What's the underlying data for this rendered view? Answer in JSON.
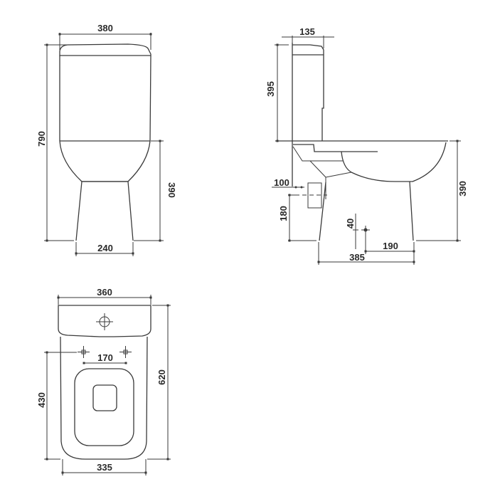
{
  "drawing": {
    "subject": "Close-coupled toilet technical drawing",
    "units": "mm",
    "colors": {
      "line": "#3a3a3a",
      "background": "#ffffff"
    },
    "front_view": {
      "width_top": "380",
      "height_total": "790",
      "seat_height": "390",
      "base_width": "240"
    },
    "side_view": {
      "cistern_depth": "135",
      "cistern_height": "395",
      "outlet_offset": "100",
      "outlet_height": "180",
      "seat_height": "390",
      "fixing_offset_vertical": "40",
      "fixing_to_front": "190",
      "base_depth": "385"
    },
    "top_view": {
      "cistern_width": "360",
      "fixing_spacing": "170",
      "bowl_to_fixing": "430",
      "total_depth": "620",
      "bowl_width": "335"
    }
  }
}
